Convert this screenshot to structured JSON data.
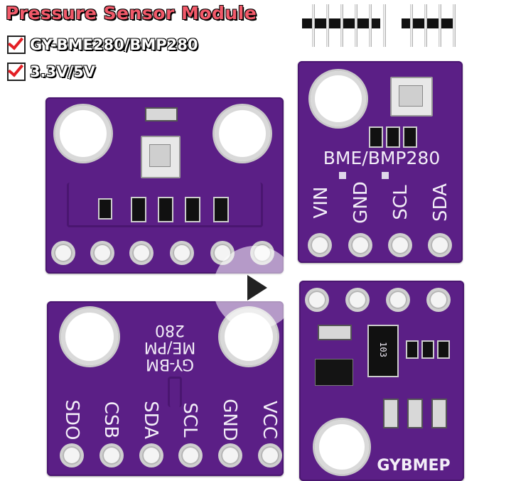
{
  "heading": {
    "title": "Pressure Sensor Module",
    "features": [
      "GY-BME280/BMP280",
      "3.3V/5V"
    ]
  },
  "boards": {
    "top_right": {
      "name": "BME/BMP280",
      "pins": [
        "VIN",
        "GND",
        "SCL",
        "SDA"
      ]
    },
    "bottom_left": {
      "name_lines": [
        "GY-BM",
        "ME/PM",
        "280"
      ],
      "pins": [
        "SDO",
        "CSB",
        "SDA",
        "SCL",
        "GND",
        "VCC"
      ]
    },
    "bottom_right": {
      "name": "GYBMEP",
      "resistor_code": "103"
    }
  },
  "colors": {
    "pcb": "#5b1f86",
    "title": "#f25a6a",
    "check": "#e31e24"
  },
  "icons": [
    "check-icon",
    "play-icon"
  ]
}
